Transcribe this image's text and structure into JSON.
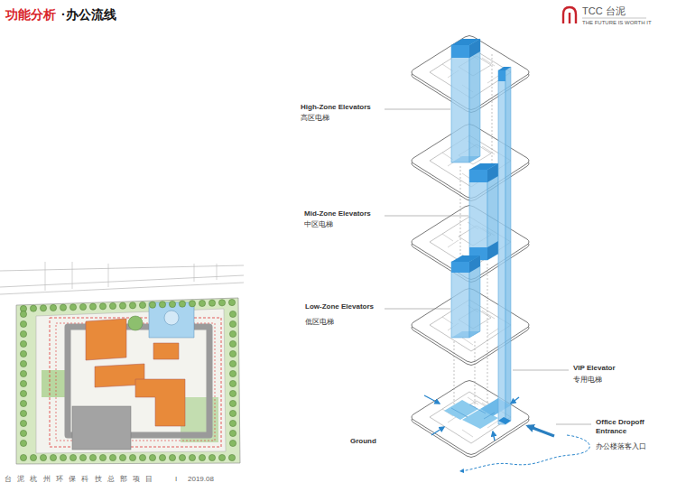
{
  "diagram": {
    "title": "功能分析",
    "labels": [
      "·办公流线",
      "TCC 台泥",
      "THE FUTURE IS WORTH IT",
      "High-Zone Elevators",
      "高区电梯",
      "Mid-Zone Elevators",
      "中区电梯",
      "Low-Zone Elevators",
      "低区电梯",
      "VIP Elevator",
      "专用电梯",
      "Office Dropoff Entrance",
      "办公楼落客入口",
      "Ground",
      "台 泥 杭 州 环 保 科 技 总 部 项 目",
      "I",
      "2019.08"
    ]
  }
}
